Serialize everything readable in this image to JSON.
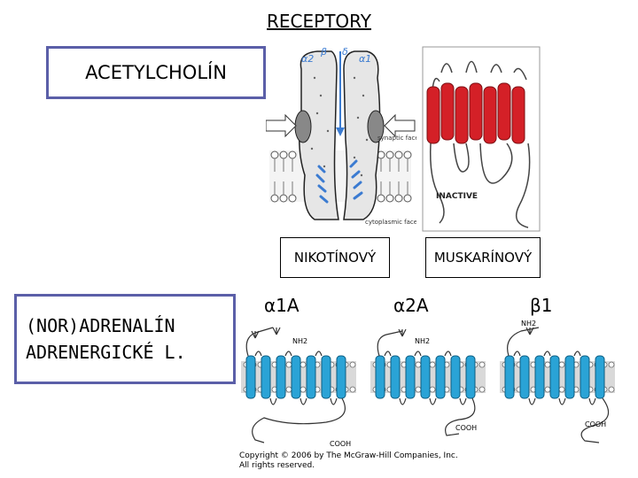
{
  "title": "RECEPTORY",
  "acetylcholine_box": {
    "label": "ACETYLCHOLÍN"
  },
  "adrenaline_box": {
    "line1": "(NOR)ADRENALÍN",
    "line2": "ADRENERGICKÉ L."
  },
  "nicotinic": {
    "label": "NIKOTÍNOVÝ",
    "subunit_a2": "α2",
    "subunit_b": "β",
    "subunit_d": "δ",
    "subunit_a1": "α1",
    "synaptic_face": "synaptic face",
    "cytoplasmic_face": "cytoplasmic face"
  },
  "muscarinic": {
    "label": "MUSKARÍNOVÝ",
    "state": "INACTIVE"
  },
  "adrenergic": {
    "alpha1a": "α1A",
    "alpha2a": "α2A",
    "beta1": "β1",
    "nh2": "NH2",
    "cooh": "COOH"
  },
  "copyright": {
    "line1": "Copyright © 2006 by The McGraw-Hill Companies, Inc.",
    "line2": "All rights reserved."
  },
  "colors": {
    "box_border": "#5b5fa8",
    "helix_red": "#d42027",
    "helix_blue": "#2aa3d6",
    "channel_blue": "#3b7bd1"
  }
}
